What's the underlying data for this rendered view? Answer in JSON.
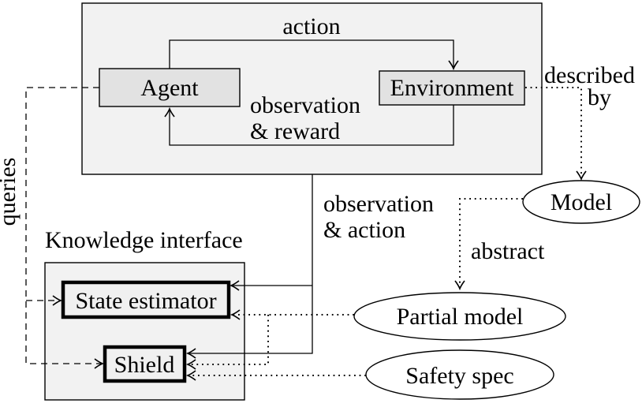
{
  "diagram": {
    "top_box": {
      "action_label": "action",
      "agent_label": "Agent",
      "environment_label": "Environment",
      "obs_reward_line1": "observation",
      "obs_reward_line2": "& reward"
    },
    "right_labels": {
      "described_line1": "described",
      "described_line2": "by",
      "abstract_label": "abstract"
    },
    "mid_labels": {
      "obs_action_line1": "observation",
      "obs_action_line2": "& action",
      "queries_label": "queries"
    },
    "knowledge_interface": {
      "title": "Knowledge interface",
      "state_estimator_label": "State estimator",
      "shield_label": "Shield"
    },
    "ellipses": {
      "model_label": "Model",
      "partial_model_label": "Partial model",
      "safety_spec_label": "Safety spec"
    },
    "colors": {
      "outer_box_fill": "#f2f2f2",
      "node_fill": "#e2e2e2",
      "thick_box_fill": "#f0f0f0",
      "ellipse_fill": "#ffffff",
      "line_color": "#000000"
    }
  }
}
